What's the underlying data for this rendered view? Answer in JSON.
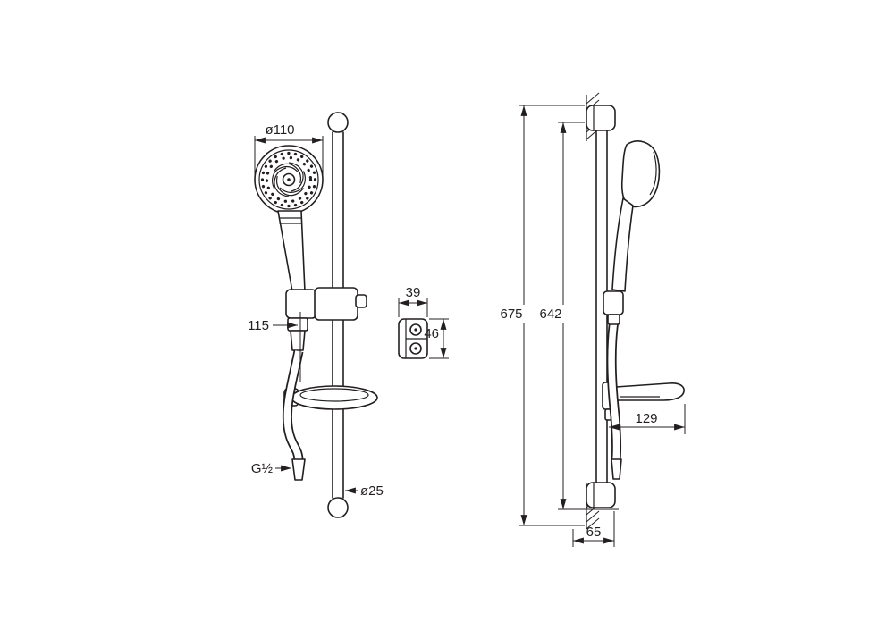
{
  "labels": {
    "head_diameter": "ø110",
    "handle_offset": "115",
    "bracket_width": "39",
    "bracket_height": "46",
    "thread_size": "G½",
    "rail_diameter": "ø25",
    "overall_height": "675",
    "bar_height": "642",
    "dish_depth": "129",
    "wall_offset": "65"
  },
  "colors": {
    "line": "#231f20",
    "background": "#ffffff"
  }
}
